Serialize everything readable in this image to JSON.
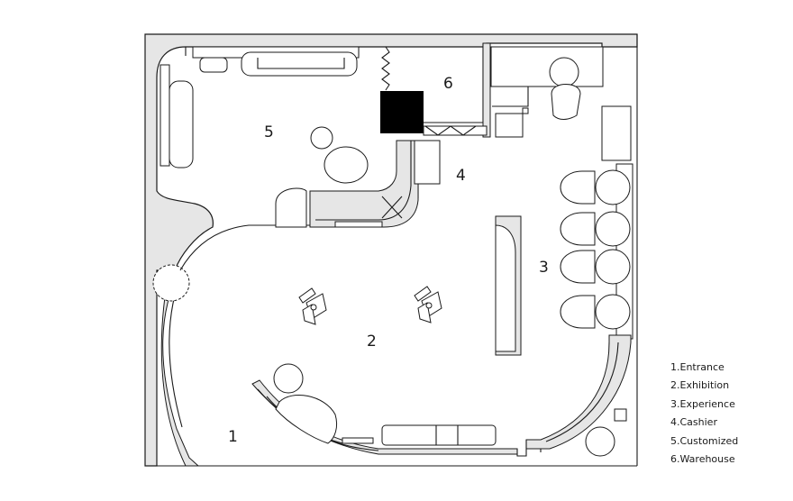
{
  "zones": [
    {
      "number": "1",
      "name": "Entrance"
    },
    {
      "number": "2",
      "name": "Exhibition"
    },
    {
      "number": "3",
      "name": "Experience"
    },
    {
      "number": "4",
      "name": "Cashier"
    },
    {
      "number": "5",
      "name": "Customized"
    },
    {
      "number": "6",
      "name": "Warehouse"
    }
  ],
  "legend": [
    "1.Entrance",
    "2.Exhibition",
    "3.Experience",
    "4.Cashier",
    "5.Customized",
    "6.Warehouse"
  ],
  "colors": {
    "wall_fill": "#e6e6e6",
    "line": "#1a1a1a",
    "solid_block": "#000000"
  }
}
